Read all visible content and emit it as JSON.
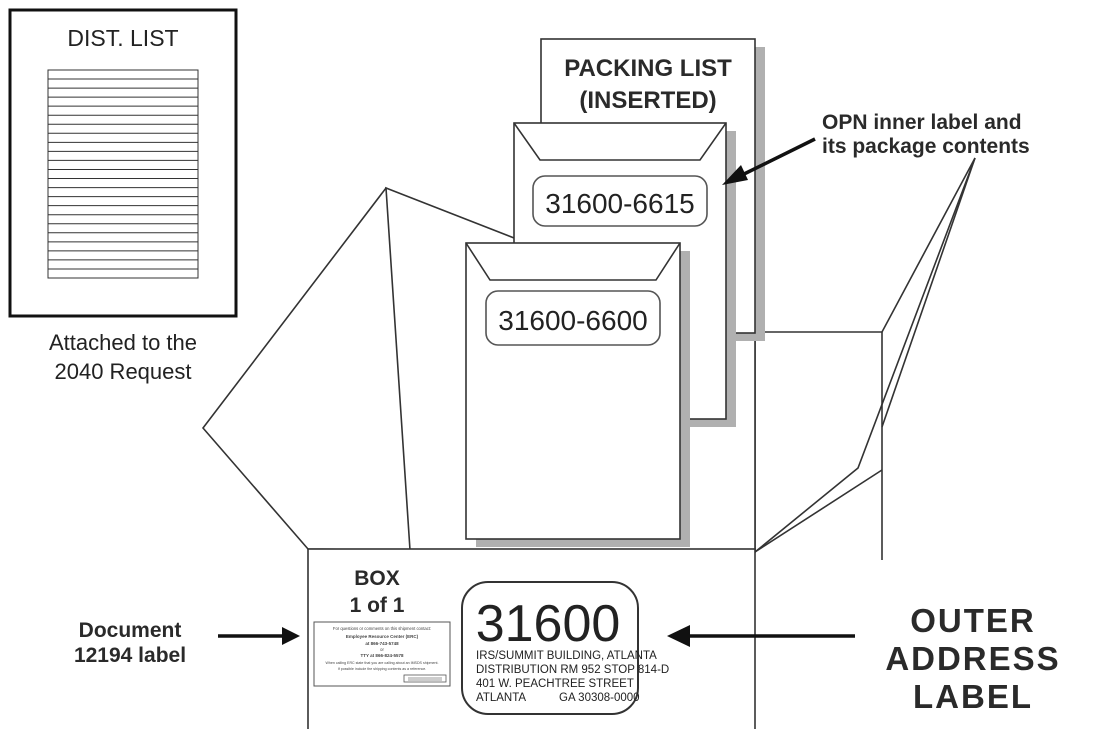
{
  "dist_list": {
    "title": "DIST. LIST",
    "caption_line1": "Attached to the",
    "caption_line2": "2040 Request",
    "line_count": 22
  },
  "packing_list": {
    "line1": "PACKING LIST",
    "line2": "(INSERTED)"
  },
  "envelopes": {
    "back_label": "31600-6615",
    "front_label": "31600-6600"
  },
  "callouts": {
    "opn_line1": "OPN inner label and",
    "opn_line2": "its package contents",
    "doc_line1": "Document",
    "doc_line2": "12194 label",
    "outer_line1": "OUTER",
    "outer_line2": "ADDRESS",
    "outer_line3": "LABEL"
  },
  "box_marking": {
    "line1": "BOX",
    "line2": "1 of 1"
  },
  "doc_label": {
    "line1": "For questions or comments on this shipment contact:",
    "line2": "Employee Resource Center (ERC)",
    "line3": "at 866-743-5748",
    "line4": "or",
    "line5": "TTY at 866-824-5578",
    "line6": "When calling ERC state that you are calling about an IMSDS shipment.",
    "line7": "If possible include the shipping contents as a reference."
  },
  "address_label": {
    "code": "31600",
    "line1": "IRS/SUMMIT BUILDING, ATLANTA",
    "line2": "DISTRIBUTION RM 952 STOP 814-D",
    "line3": "401 W. PEACHTREE STREET",
    "city": "ATLANTA",
    "state_zip": "GA  30308-0000"
  },
  "colors": {
    "stroke": "#333333",
    "shadow": "#b0b0b0",
    "text": "#222222"
  }
}
